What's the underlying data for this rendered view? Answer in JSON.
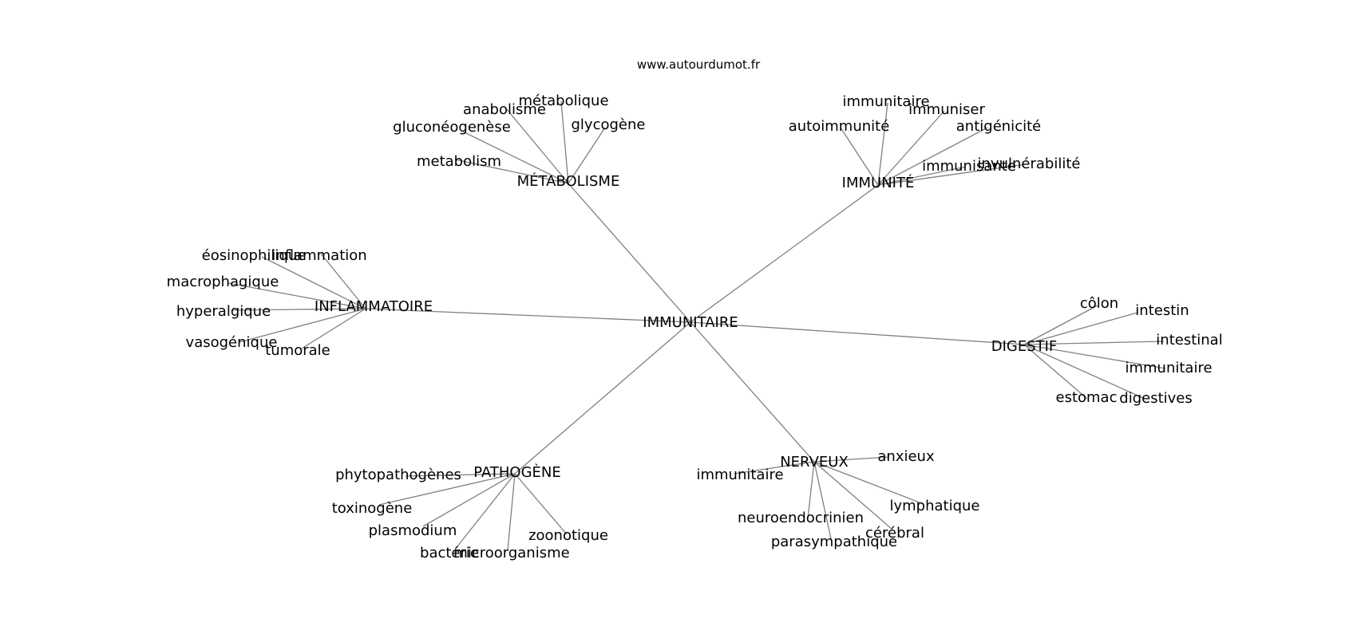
{
  "watermark": "www.autourdumot.fr",
  "hub": "IMMUNITAIRE",
  "clusters": [
    {
      "key": "metabolisme",
      "label": "MÉTABOLISME",
      "leaves": [
        "métabolique",
        "anabolisme",
        "gluconéogenèse",
        "glycogène",
        "metabolism"
      ]
    },
    {
      "key": "immunite",
      "label": "IMMUNITÉ",
      "leaves": [
        "immunitaire",
        "immuniser",
        "autoimmunité",
        "antigénicité",
        "immunisante",
        "invulnérabilité"
      ]
    },
    {
      "key": "inflammatoire",
      "label": "INFLAMMATOIRE",
      "leaves": [
        "éosinophilique",
        "inflammation",
        "macrophagique",
        "hyperalgique",
        "vasogénique",
        "tumorale"
      ]
    },
    {
      "key": "digestif",
      "label": "DIGESTIF",
      "leaves": [
        "côlon",
        "intestin",
        "intestinal",
        "immunitaire",
        "estomac",
        "digestives"
      ]
    },
    {
      "key": "pathogene",
      "label": "PATHOGÈNE",
      "leaves": [
        "phytopathogènes",
        "toxinogène",
        "plasmodium",
        "zoonotique",
        "bactérie",
        "microorganisme"
      ]
    },
    {
      "key": "nerveux",
      "label": "NERVEUX",
      "leaves": [
        "anxieux",
        "immunitaire",
        "lymphatique",
        "neuroendocrinien",
        "cérébral",
        "parasympathique"
      ]
    }
  ]
}
